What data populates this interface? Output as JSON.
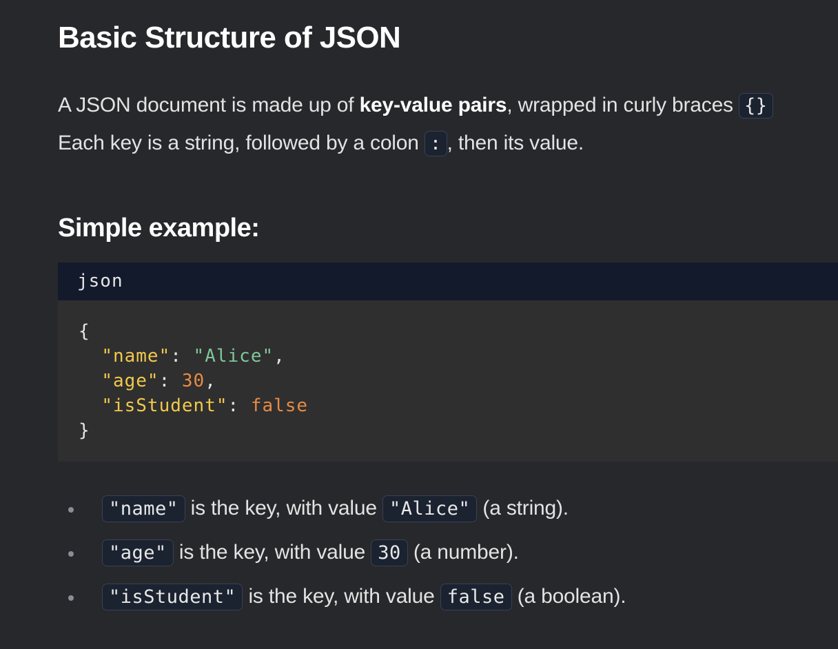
{
  "heading": "Basic Structure of JSON",
  "intro": {
    "p1_pre": "A JSON document is made up of ",
    "p1_bold": "key-value pairs",
    "p1_post": ", wrapped in curly braces ",
    "p1_code": "{}",
    "p2_pre": "Each key is a string, followed by a colon ",
    "p2_code": ":",
    "p2_post": ", then its value."
  },
  "example_heading": "Simple example:",
  "code_block": {
    "language": "json",
    "open_brace": "{",
    "close_brace": "}",
    "lines": [
      {
        "key": "\"name\"",
        "sep": ": ",
        "value": "\"Alice\"",
        "trail": ","
      },
      {
        "key": "\"age\"",
        "sep": ": ",
        "value": "30",
        "trail": ","
      },
      {
        "key": "\"isStudent\"",
        "sep": ": ",
        "value": "false",
        "trail": ""
      }
    ]
  },
  "bullets": [
    {
      "key": "\"name\"",
      "mid": " is the key, with value ",
      "value": "\"Alice\"",
      "desc": " (a string)."
    },
    {
      "key": "\"age\"",
      "mid": " is the key, with value ",
      "value": "30",
      "desc": " (a number)."
    },
    {
      "key": "\"isStudent\"",
      "mid": " is the key, with value ",
      "value": "false",
      "desc": " (a boolean)."
    }
  ],
  "colors": {
    "background": "#27282c",
    "code_header": "#131a2b",
    "code_body": "#2f2f2f",
    "json_key": "#f2c94c",
    "json_string": "#7fc79a",
    "json_number": "#e88b46"
  }
}
